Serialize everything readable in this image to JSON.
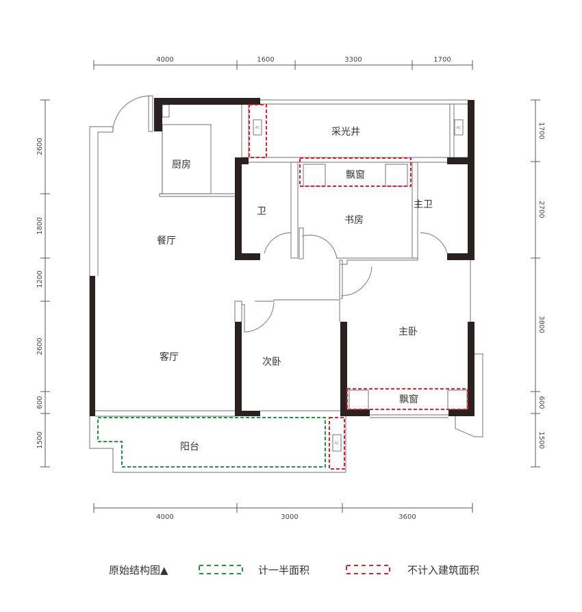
{
  "dimensions": {
    "top": [
      "4000",
      "1600",
      "3300",
      "1700"
    ],
    "bottom": [
      "4000",
      "3000",
      "3600"
    ],
    "left": [
      "2600",
      "1800",
      "1200",
      "2600",
      "600",
      "1500"
    ],
    "right": [
      "1700",
      "2700",
      "3800",
      "600",
      "1500"
    ]
  },
  "rooms": {
    "light_well": "采光井",
    "kitchen": "厨房",
    "bay_window_study": "飘窗",
    "bath": "卫",
    "study": "书房",
    "master_bath": "主卫",
    "dining": "餐厅",
    "living": "客厅",
    "second_bedroom": "次卧",
    "master_bedroom": "主卧",
    "bay_window_master": "飘窗",
    "balcony": "阳台"
  },
  "ac_label": "AC",
  "legend": {
    "title": "原始结构图▲",
    "half_area": "计一半面积",
    "excluded_area": "不计入建筑面积",
    "half_area_color": "#1a9a3c",
    "excluded_area_color": "#e0202a"
  }
}
